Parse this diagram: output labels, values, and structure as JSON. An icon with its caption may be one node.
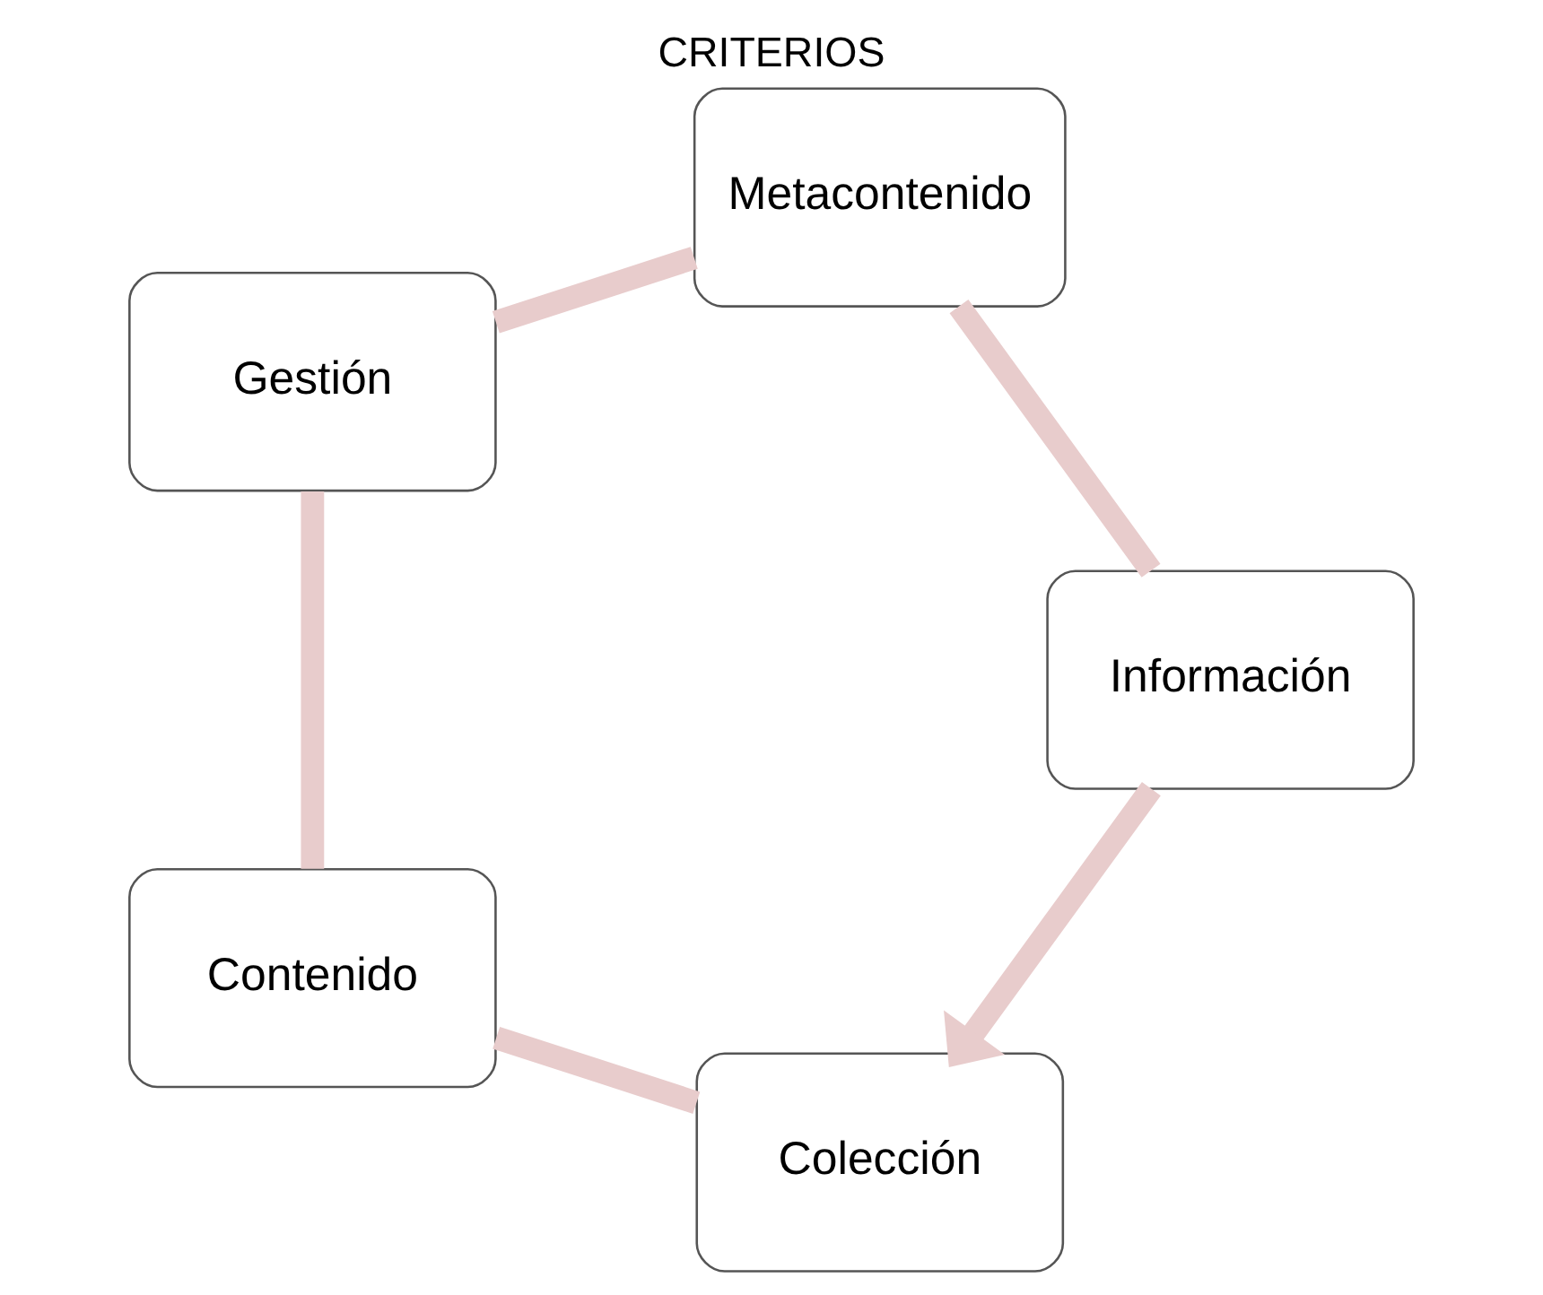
{
  "diagram": {
    "title": "CRITERIOS",
    "nodes": [
      {
        "text": [
          "Colección"
        ]
      },
      {
        "text": [
          "Contenido"
        ]
      },
      {
        "text": [
          "Gestión"
        ]
      },
      {
        "text": [
          "Metacontenido"
        ]
      },
      {
        "text": [
          "Información"
        ]
      }
    ],
    "edges": [
      {
        "from": 0,
        "to": 1,
        "arrow": "none"
      },
      {
        "from": 1,
        "to": 2,
        "arrow": "none"
      },
      {
        "from": 2,
        "to": 3,
        "arrow": "none"
      },
      {
        "from": 3,
        "to": 4,
        "arrow": "none"
      },
      {
        "from": 4,
        "to": 0,
        "arrow": "to"
      }
    ]
  }
}
